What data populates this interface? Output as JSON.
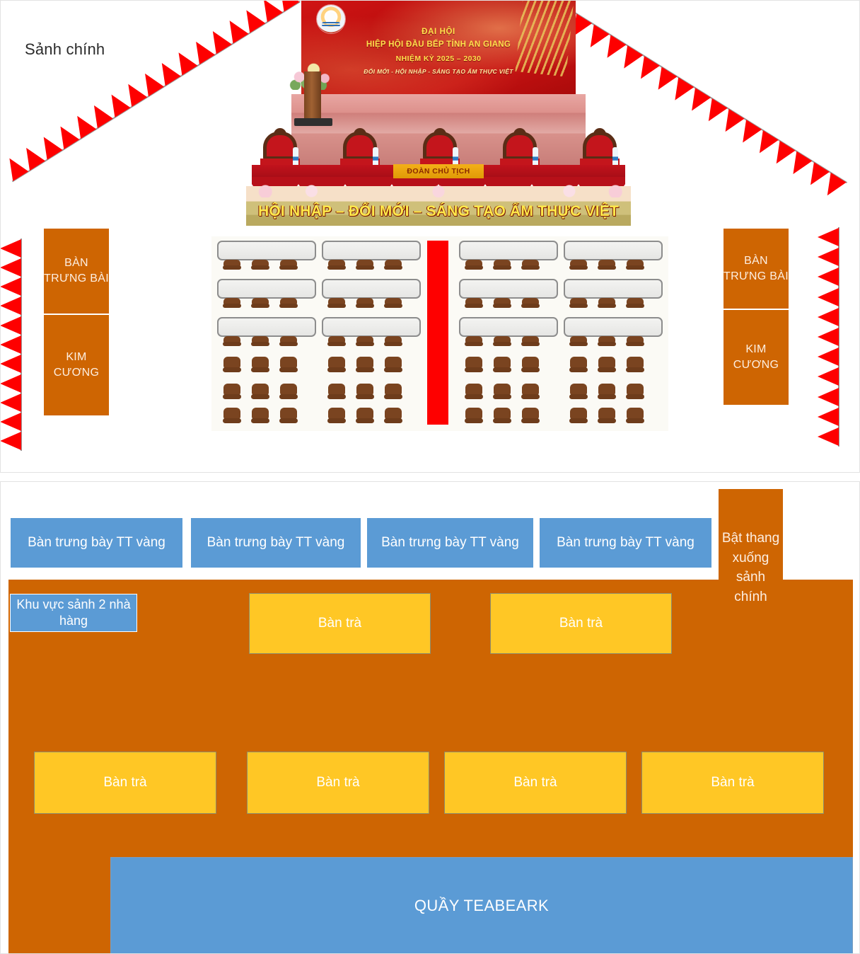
{
  "hall": {
    "label": "Sảnh chính",
    "banner": {
      "line1": "ĐẠI HỘI",
      "line2": "HIỆP HỘI ĐẦU BẾP TỈNH AN GIANG",
      "line3": "NHIỆM KỲ 2025 – 2030",
      "line4": "ĐỔI MỚI - HỘI NHẬP - SÁNG TẠO ẨM THỰC VIỆT",
      "emblem_icon": "chef-hat-emblem-icon"
    },
    "presidium_sign": "ĐOÀN CHỦ TỊCH",
    "stage_slogan": "HỘI NHẬP – ĐỔI MỚI – SÁNG TẠO ẨM THỰC VIỆT",
    "presidium_chairs": 5,
    "presidium_bottles": 5,
    "left_boxes": [
      {
        "label": "BÀN TRƯNG BÀI"
      },
      {
        "label": "KIM CƯƠNG"
      }
    ],
    "right_boxes": [
      {
        "label": "BÀN TRƯNG BÀI"
      },
      {
        "label": "KIM CƯƠNG"
      }
    ],
    "seating": {
      "blocks": 4,
      "table_rows_per_block": 3,
      "chairs_per_table": 3,
      "chair_only_rows_per_block": 3,
      "chairs_per_chair_row": 3,
      "aisle_color": "#FE0000"
    },
    "bunting_color": "#FE0000"
  },
  "floor": {
    "display_tables": [
      {
        "label": "Bàn trưng bày TT vàng"
      },
      {
        "label": "Bàn trưng bày TT vàng"
      },
      {
        "label": "Bàn trưng bày TT vàng"
      },
      {
        "label": "Bàn trưng bày TT vàng"
      }
    ],
    "stair_note": "Bật thang xuống sảnh chính",
    "hall2_label": "Khu vực sảnh 2 nhà hàng",
    "tea_tables_upper": [
      {
        "label": "Bàn trà"
      },
      {
        "label": "Bàn trà"
      }
    ],
    "tea_tables_lower": [
      {
        "label": "Bàn trà"
      },
      {
        "label": "Bàn trà"
      },
      {
        "label": "Bàn trà"
      },
      {
        "label": "Bàn trà"
      }
    ],
    "teabreak_counter": "QUẦY TEABEARK"
  },
  "colors": {
    "orange": "#CE6502",
    "blue": "#5B9BD5",
    "yellow": "#FFC725",
    "red": "#FE0000",
    "gold_text": "#FFE94A"
  }
}
